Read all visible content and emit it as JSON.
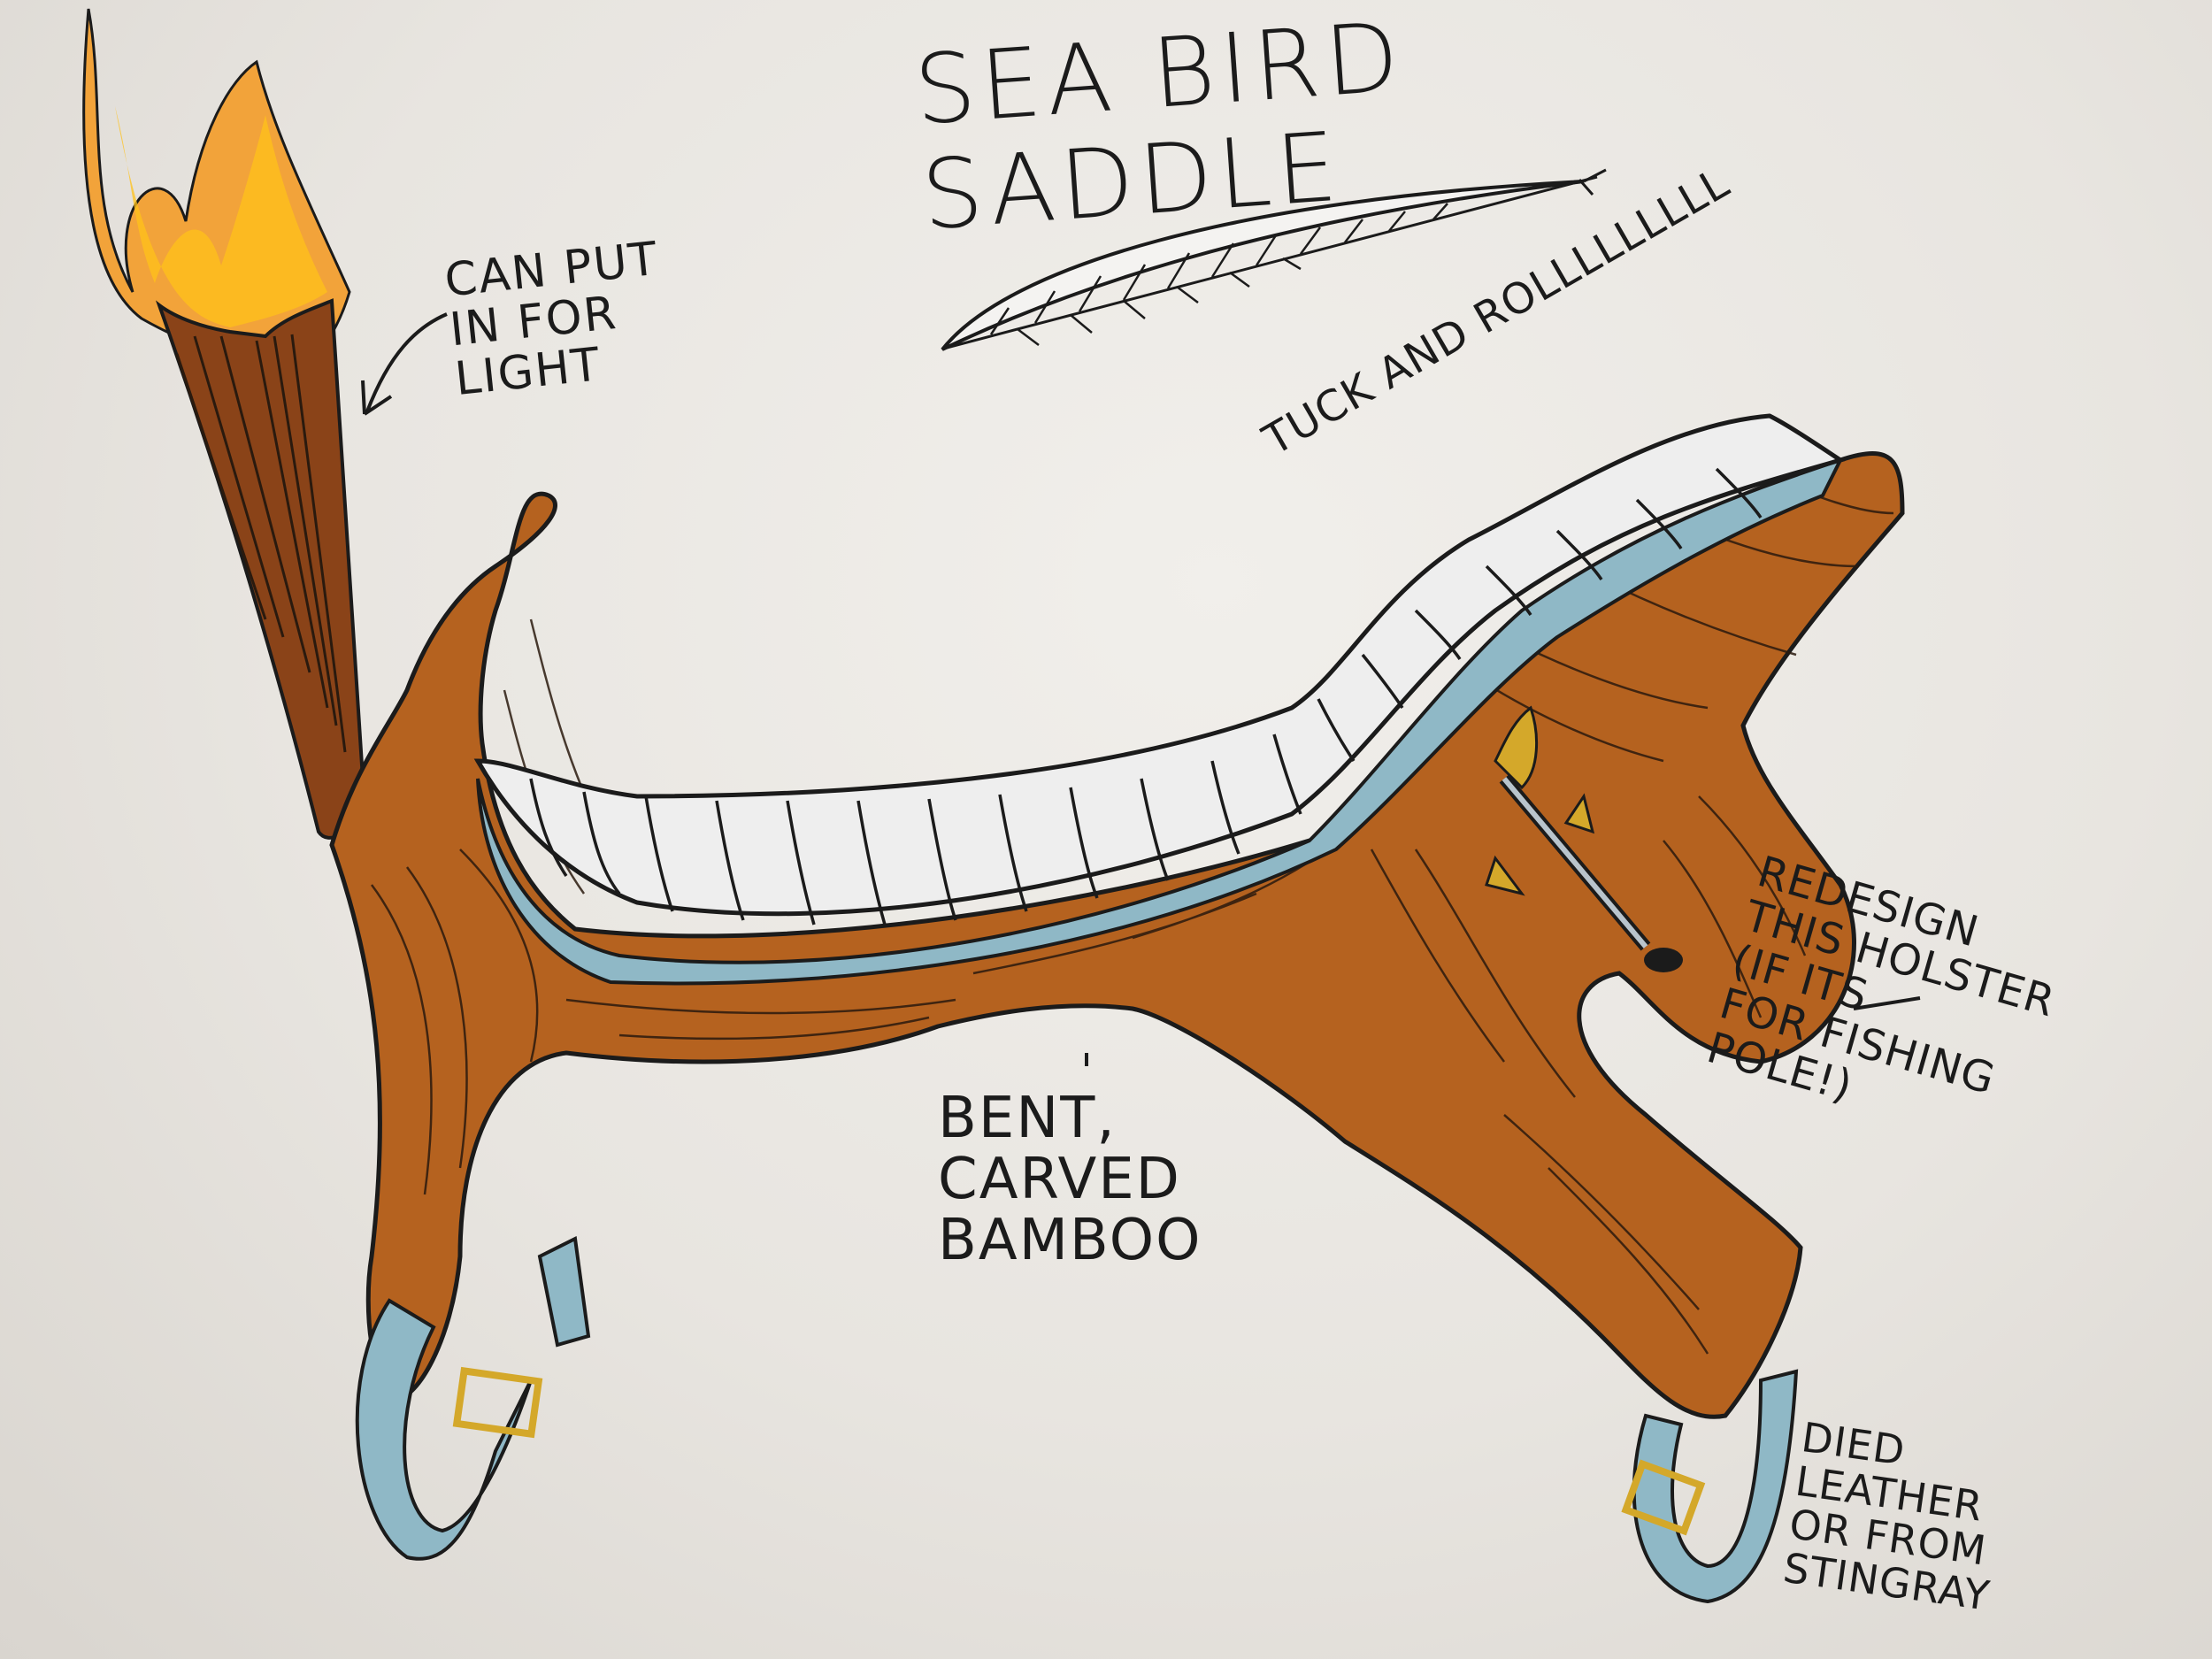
{
  "title": "SEA BIRD\nSADDLE",
  "annotations": {
    "light_note": "CAN PUT\nIN FOR\nLIGHT",
    "tuck_note": "TUCK AND ROLLLLLLLLL",
    "bamboo_note": "BENT,\nCARVED\nBAMBOO",
    "holster_note": "REDESIGN\nTHIS HOLSTER\n(IF ITS\nFOR FISHING\nPOLE!)",
    "leather_note": "DIED\nLEATHER\nOR FROM\nSTINGRAY"
  },
  "colors": {
    "paper": "#ebe8e3",
    "wood": "#b5621f",
    "wood_grain": "#2a1a0e",
    "strap_blue": "#8fb8c6",
    "padding": "#eeeeee",
    "flame_orange": "#f2a33a",
    "flame_yellow": "#ffc21a",
    "buckle_gold": "#d4a82a"
  },
  "icons": [
    "feather-icon",
    "torch-icon",
    "arrow-icon",
    "saddle-illustration",
    "holster-icon",
    "buckle-icon"
  ]
}
